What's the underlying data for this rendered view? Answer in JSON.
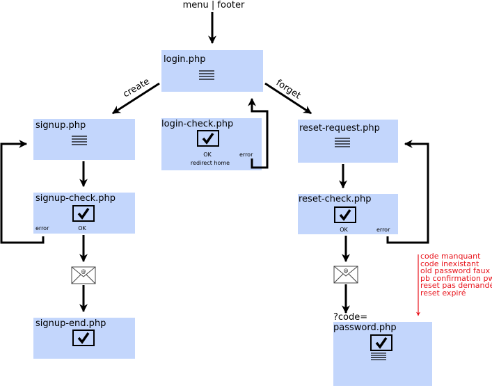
{
  "entry_label": "menu | footer",
  "pages": {
    "login": "login.php",
    "login_check": "login-check.php",
    "signup": "signup.php",
    "signup_check": "signup-check.php",
    "signup_end": "signup-end.php",
    "reset_request": "reset-request.php",
    "reset_check": "reset-check.php",
    "password": "password.php"
  },
  "edges": {
    "create": "create",
    "forget": "forget",
    "code_param": "?code="
  },
  "labels": {
    "ok": "OK",
    "error": "error",
    "redirect_home": "redirect home"
  },
  "reset_errors": [
    "code manquant",
    "code inexistant",
    "old password faux",
    "pb confirmation pw",
    "reset pas demandé",
    "reset expiré"
  ],
  "colors": {
    "box": "#c3d6fc",
    "error_text": "#e8141c"
  }
}
